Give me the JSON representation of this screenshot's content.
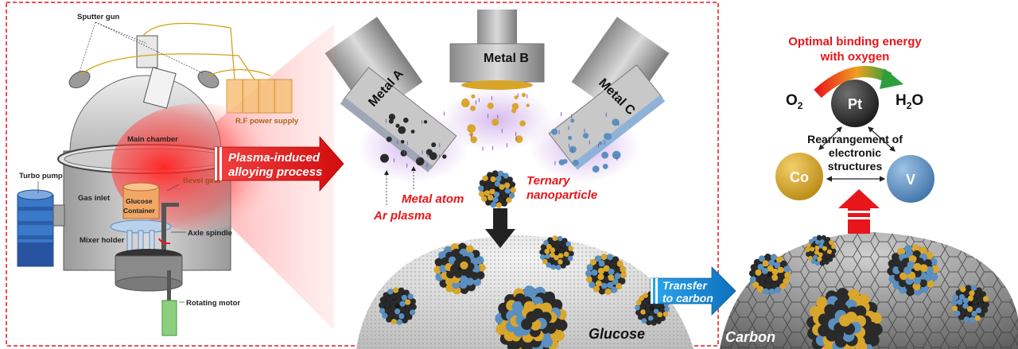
{
  "apparatus": {
    "sputter_gun": "Sputter gun",
    "rf_power_supply": "R.F power supply",
    "main_chamber": "Main chamber",
    "turbo_pump": "Turbo pump",
    "gas_inlet": "Gas inlet",
    "glucose_line1": "Glucose",
    "glucose_line2": "Container",
    "bevel_gear": "Bevel gear",
    "axle_spindle": "Axle spindle",
    "mixer_holder": "Mixer holder",
    "rotating_motor": "Rotating motor"
  },
  "process": {
    "line1": "Plasma-induced",
    "line2": "alloying process"
  },
  "sputtering": {
    "metal_a": "Metal A",
    "metal_b": "Metal B",
    "metal_c": "Metal C",
    "metal_atom": "Metal atom",
    "ar_plasma": "Ar plasma",
    "ternary_line1": "Ternary",
    "ternary_line2": "nanoparticle",
    "glucose": "Glucose"
  },
  "transfer": {
    "line1": "Transfer",
    "line2": "to carbon"
  },
  "result": {
    "title_line1": "Optimal binding energy",
    "title_line2": "with oxygen",
    "o2": "O",
    "o2_sub": "2",
    "h2o_h": "H",
    "h2o_sub": "2",
    "h2o_o": "O",
    "pt": "Pt",
    "co": "Co",
    "v": "V",
    "rearr_line1": "Rearrangement of",
    "rearr_line2": "electronic",
    "rearr_line3": "structures",
    "carbon": "Carbon"
  },
  "colors": {
    "red_accent": "#e8151b",
    "blue_accent": "#1b8fd8",
    "gold": "#d9a62c",
    "blue_atom": "#5b8fc0",
    "dark_atom": "#2a2a2a",
    "plasma": "#c9a4e8"
  }
}
